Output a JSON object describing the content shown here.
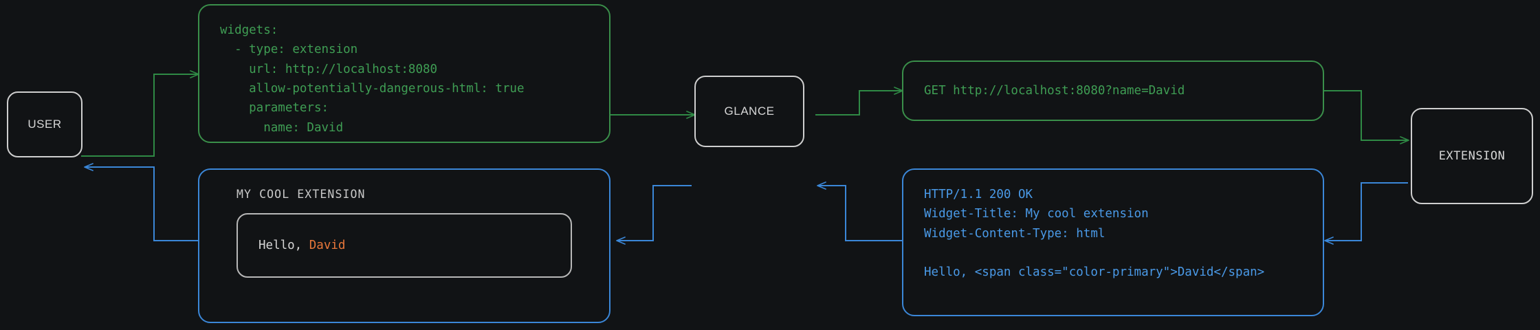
{
  "theme": {
    "background": "#111315",
    "request_color": "#3f9e54",
    "response_color": "#4a9ae8",
    "node_border": "#cfcfcf",
    "node_text": "#d6d6d6",
    "accent_primary": "#e8773a"
  },
  "nodes": {
    "user": {
      "label": "USER"
    },
    "glance": {
      "label": "GLANCE"
    },
    "extension": {
      "label": "EXTENSION"
    }
  },
  "messages": {
    "config_yaml": {
      "name": "glance-config-yaml",
      "direction": "request",
      "lines": [
        "widgets:",
        "  - type: extension",
        "    url: http://localhost:8080",
        "    allow-potentially-dangerous-html: true",
        "    parameters:",
        "      name: David"
      ],
      "text": "widgets:\n  - type: extension\n    url: http://localhost:8080\n    allow-potentially-dangerous-html: true\n    parameters:\n      name: David"
    },
    "http_request": {
      "name": "http-get-request",
      "direction": "request",
      "lines": [
        "GET http://localhost:8080?name=David"
      ],
      "text": "GET http://localhost:8080?name=David"
    },
    "http_response": {
      "name": "http-response",
      "direction": "response",
      "lines": [
        "HTTP/1.1 200 OK",
        "Widget-Title: My cool extension",
        "Widget-Content-Type: html",
        "",
        "Hello, <span class=\"color-primary\">David</span>"
      ],
      "text": "HTTP/1.1 200 OK\nWidget-Title: My cool extension\nWidget-Content-Type: html\n\nHello, <span class=\"color-primary\">David</span>"
    }
  },
  "widget_preview": {
    "title": "MY COOL EXTENSION",
    "body_prefix": "Hello, ",
    "body_name": "David"
  },
  "icons": {
    "arrow_request": "arrow-right-icon",
    "arrow_response": "arrow-left-icon"
  }
}
